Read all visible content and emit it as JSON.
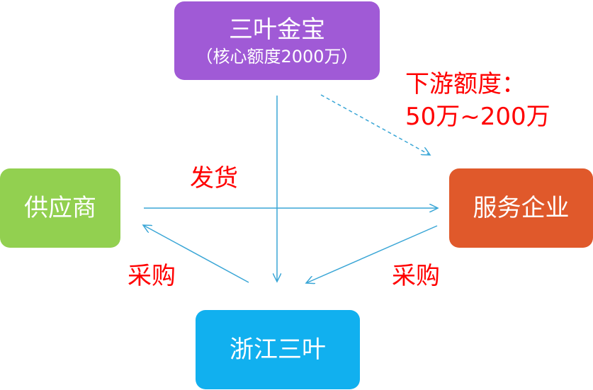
{
  "nodes": {
    "top": {
      "title": "三叶金宝",
      "subtitle": "（核心额度2000万）",
      "color": "#a05ad6"
    },
    "left": {
      "title": "供应商",
      "color": "#92d050"
    },
    "right": {
      "title": "服务企业",
      "color": "#e0592b"
    },
    "bottom": {
      "title": "浙江三叶",
      "color": "#11b0ef"
    }
  },
  "labels": {
    "fahuo": "发货",
    "caigou_left": "采购",
    "caigou_right": "采购",
    "downstream_line1": "下游额度：",
    "downstream_line2": "50万~200万"
  },
  "colors": {
    "arrow": "#3aa6d6",
    "label": "#ff0000"
  }
}
